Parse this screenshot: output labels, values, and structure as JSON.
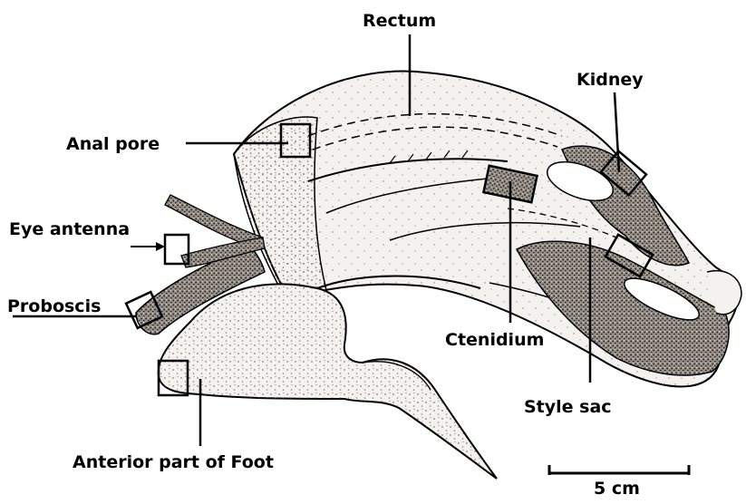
{
  "labels": {
    "rectum": "Rectum",
    "kidney": "Kidney",
    "anal_pore": "Anal pore",
    "eye_antenna": "Eye antenna",
    "proboscis": "Proboscis",
    "ctenidium": "Ctenidium",
    "style_sac": "Style sac",
    "anterior_foot": "Anterior part of Foot"
  },
  "scale_bar": {
    "label": "5 cm"
  },
  "colors": {
    "ink": "#000000",
    "body_fill": "#f2f0ec",
    "stipple": "#6b6560",
    "dark_stipple": "#3d3833",
    "background": "#ffffff"
  }
}
